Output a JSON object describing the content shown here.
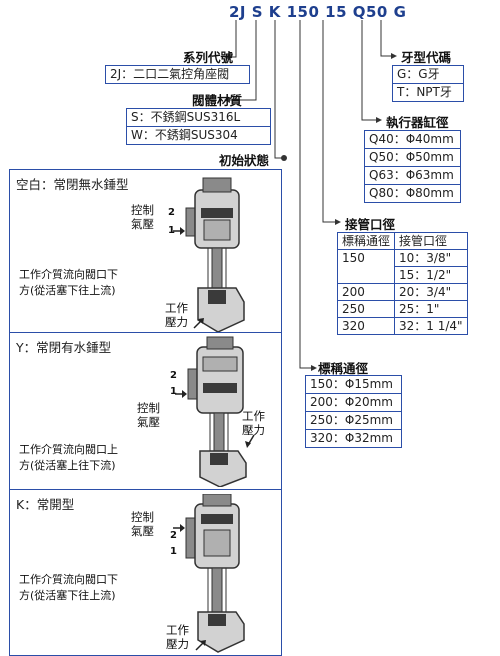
{
  "model_code": "2J S K 150 15 Q50 G",
  "sections": {
    "series": {
      "title": "系列代號",
      "rows": [
        "2J：二口二氣控角座閥"
      ]
    },
    "body_material": {
      "title": "閥體材質",
      "rows": [
        "S：不銹鋼SUS316L",
        "W：不銹鋼SUS304"
      ]
    },
    "initial_state": {
      "title": "初始狀態"
    },
    "thread_code": {
      "title": "牙型代碼",
      "rows": [
        "G：G牙",
        "T：NPT牙"
      ]
    },
    "actuator": {
      "title": "執行器缸徑",
      "rows": [
        "Q40：Φ40mm",
        "Q50：Φ50mm",
        "Q63：Φ63mm",
        "Q80：Φ80mm"
      ]
    },
    "port": {
      "title": "接管口徑",
      "headers": [
        "標稱通徑",
        "接管口徑"
      ],
      "rows": [
        [
          "150",
          "10：3/8\""
        ],
        [
          "",
          "15：1/2\""
        ],
        [
          "200",
          "20：3/4\""
        ],
        [
          "250",
          "25：1\""
        ],
        [
          "320",
          "32：1 1/4\""
        ]
      ]
    },
    "nominal": {
      "title": "標稱通徑",
      "rows": [
        "150：Φ15mm",
        "200：Φ20mm",
        "250：Φ25mm",
        "320：Φ32mm"
      ]
    }
  },
  "panels": [
    {
      "title": "空白：常閉無水錘型",
      "flow_text": [
        "工作介質流向閥口下",
        "方(從活塞下往上流)"
      ],
      "control_label": [
        "控制",
        "氣壓"
      ],
      "work_label": [
        "工作",
        "壓力"
      ],
      "ports": [
        "2",
        "1"
      ]
    },
    {
      "title": "Y：常閉有水錘型",
      "flow_text": [
        "工作介質流向閥口上",
        "方(從活塞上往下流)"
      ],
      "control_label": [
        "控制",
        "氣壓"
      ],
      "work_label": [
        "工作",
        "壓力"
      ],
      "ports": [
        "2",
        "1"
      ]
    },
    {
      "title": "K：常開型",
      "flow_text": [
        "工作介質流向閥口下",
        "方(從活塞下往上流)"
      ],
      "control_label": [
        "控制",
        "氣壓"
      ],
      "work_label": [
        "工作",
        "壓力"
      ],
      "ports": [
        "2",
        "1"
      ]
    }
  ],
  "colors": {
    "accent": "#2b4ea8",
    "model_text": "#1e3f8e",
    "valve_dark": "#3a3a3a",
    "valve_mid": "#8a8a8a",
    "valve_light": "#d2d2d2"
  }
}
